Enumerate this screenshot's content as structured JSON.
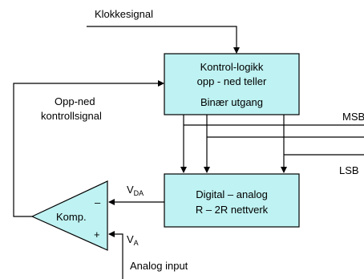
{
  "labels": {
    "clock_signal": "Klokkesignal",
    "control_logic_line1": "Kontrol-logikk",
    "control_logic_line2": "opp - ned teller",
    "binary_output": "Binær utgang",
    "updown_line1": "Opp-ned",
    "updown_line2": "kontrollsignal",
    "msb": "MSB",
    "lsb": "LSB",
    "dac_line1": "Digital – analog",
    "dac_line2": "R – 2R nettverk",
    "vda_main": "V",
    "vda_sub": "DA",
    "va_main": "V",
    "va_sub": "A",
    "comparator": "Komp.",
    "minus_sign": "–",
    "plus_sign": "+",
    "analog_input": "Analog input"
  },
  "colors": {
    "box_fill": "#bff2f2",
    "line": "#000000",
    "background": "#ffffff"
  }
}
